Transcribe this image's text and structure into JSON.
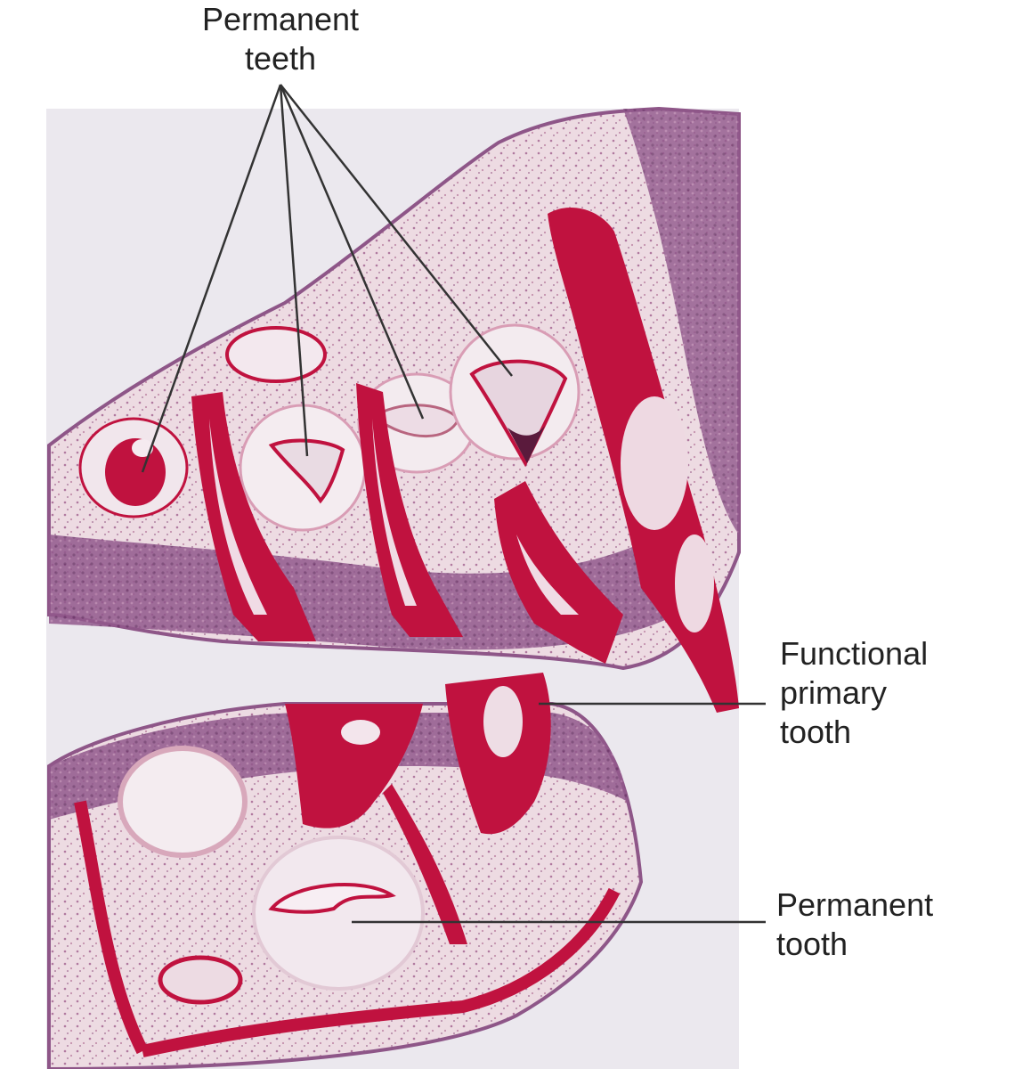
{
  "labels": {
    "permanent_teeth": [
      "Permanent",
      "teeth"
    ],
    "functional_primary_tooth": [
      "Functional",
      "primary",
      "tooth"
    ],
    "permanent_tooth": [
      "Permanent",
      "tooth"
    ]
  },
  "colors": {
    "background": "#ffffff",
    "slide_background": "#ebe8ee",
    "dentin_red": "#c0123f",
    "tissue_purple": "#8e5688",
    "pale_tissue": "#eedde4",
    "leader_line": "#333333"
  }
}
